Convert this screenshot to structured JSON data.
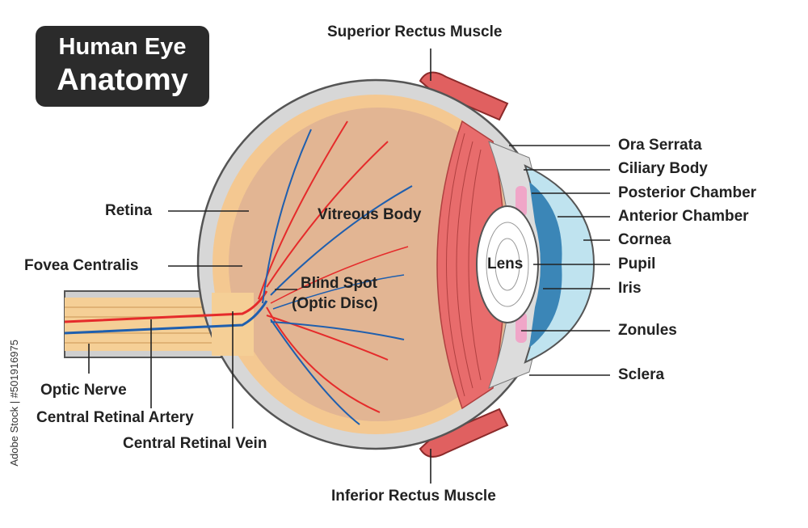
{
  "title": {
    "line1": "Human Eye",
    "line2": "Anatomy"
  },
  "labels": {
    "superior_rectus": "Superior Rectus Muscle",
    "inferior_rectus": "Inferior Rectus Muscle",
    "retina": "Retina",
    "fovea": "Fovea Centralis",
    "optic_nerve": "Optic Nerve",
    "artery": "Central Retinal Artery",
    "vein": "Central Retinal Vein",
    "vitreous": "Vitreous Body",
    "blind_spot_1": "Blind Spot",
    "blind_spot_2": "(Optic Disc)",
    "lens": "Lens",
    "ora_serrata": "Ora Serrata",
    "ciliary_body": "Ciliary Body",
    "posterior_chamber": "Posterior Chamber",
    "anterior_chamber": "Anterior Chamber",
    "cornea": "Cornea",
    "pupil": "Pupil",
    "iris": "Iris",
    "zonules": "Zonules",
    "sclera": "Sclera"
  },
  "stock_id": "Adobe Stock | #501916975",
  "colors": {
    "sclera": "#d7d7d7",
    "retina": "#f4c891",
    "vitreous": "#e2b593",
    "muscle": "#e06060",
    "artery": "#e52b2b",
    "vein": "#1f5fae",
    "cornea": "#bfe3ef",
    "iris": "#3b86b7"
  }
}
